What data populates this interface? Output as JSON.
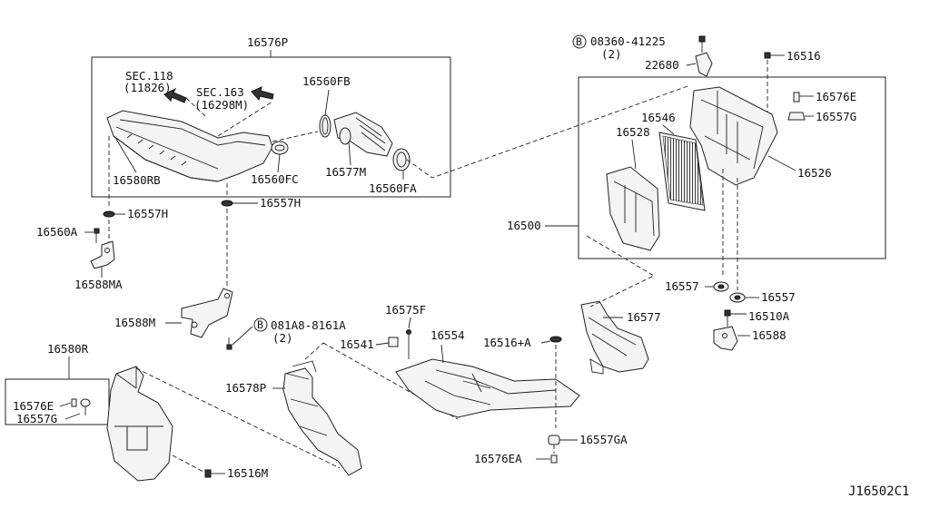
{
  "diagram": {
    "drawing_code": "J16502C1",
    "group_labels": {
      "duct_assembly": "16576P",
      "air_cleaner_assembly": "16500",
      "lower_duct_assembly": "16580R"
    },
    "sec_refs": {
      "sec118": {
        "line1": "SEC.118",
        "line2": "(11826)"
      },
      "sec163": {
        "line1": "SEC.163",
        "line2": "(16298M)"
      }
    },
    "bolt_callouts": {
      "top": {
        "circle": "B",
        "number": "08360-41225",
        "qty": "(2)"
      },
      "middle": {
        "circle": "B",
        "number": "081A8-8161A",
        "qty": "(2)"
      }
    },
    "parts": {
      "p16560FB": "16560FB",
      "p16580RB": "16580RB",
      "p16560FC": "16560FC",
      "p16577M": "16577M",
      "p16560FA": "16560FA",
      "p16557H_a": "16557H",
      "p16557H_b": "16557H",
      "p16560A": "16560A",
      "p16588MA": "16588MA",
      "p16588M": "16588M",
      "p22680": "22680",
      "p16516": "16516",
      "p16576E_r": "16576E",
      "p16557G_r": "16557G",
      "p16546": "16546",
      "p16528": "16528",
      "p16526": "16526",
      "p16557_a": "16557",
      "p16557_b": "16557",
      "p16510A": "16510A",
      "p16588": "16588",
      "p16577": "16577",
      "p16575F": "16575F",
      "p16541": "16541",
      "p16554": "16554",
      "p16516A": "16516+A",
      "p16578P": "16578P",
      "p16576E_l": "16576E",
      "p16557G_l": "16557G",
      "p16516M": "16516M",
      "p16557GA": "16557GA",
      "p16576EA": "16576EA"
    }
  }
}
